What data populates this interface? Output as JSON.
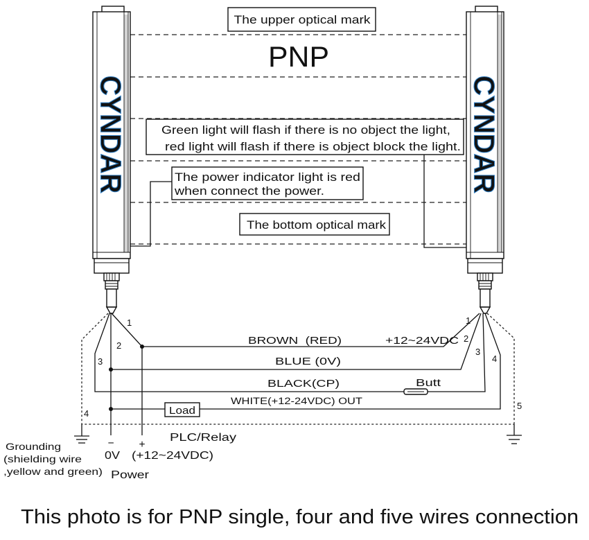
{
  "colors": {
    "brand_fill": "#8ACBF0",
    "brand_stroke": "#2E7CC0"
  },
  "brand": {
    "left": "CYNDAR",
    "right": "CYNDAR"
  },
  "title": "PNP",
  "callouts": {
    "upper_mark": "The upper optical mark",
    "light_flash": [
      "Green light will flash if there is no object the light,",
      "red light will flash if there is object block the light."
    ],
    "power_indicator": [
      "The power indicator light is red",
      "when connect the power."
    ],
    "bottom_mark": "The bottom optical mark"
  },
  "wires": {
    "brown": "BROWN  (RED)",
    "supply": "+12~24VDC",
    "blue": "BLUE (0V)",
    "black": "BLACK(CP)",
    "button": "Butt",
    "white": "WHITE(+12-24VDC) OUT",
    "load": "Load"
  },
  "pins": {
    "left": [
      "1",
      "2",
      "3",
      "4"
    ],
    "right": [
      "1",
      "2",
      "3",
      "4",
      "5"
    ]
  },
  "power": {
    "minus": "−",
    "zero_v": "0V",
    "plus": "+",
    "voltage": "(+12~24VDC)",
    "label": "Power"
  },
  "controller": "PLC/Relay",
  "grounding": [
    "Grounding",
    "(shielding wire",
    ",yellow and green)"
  ],
  "caption": "This photo is for PNP single, four and five wires connection"
}
